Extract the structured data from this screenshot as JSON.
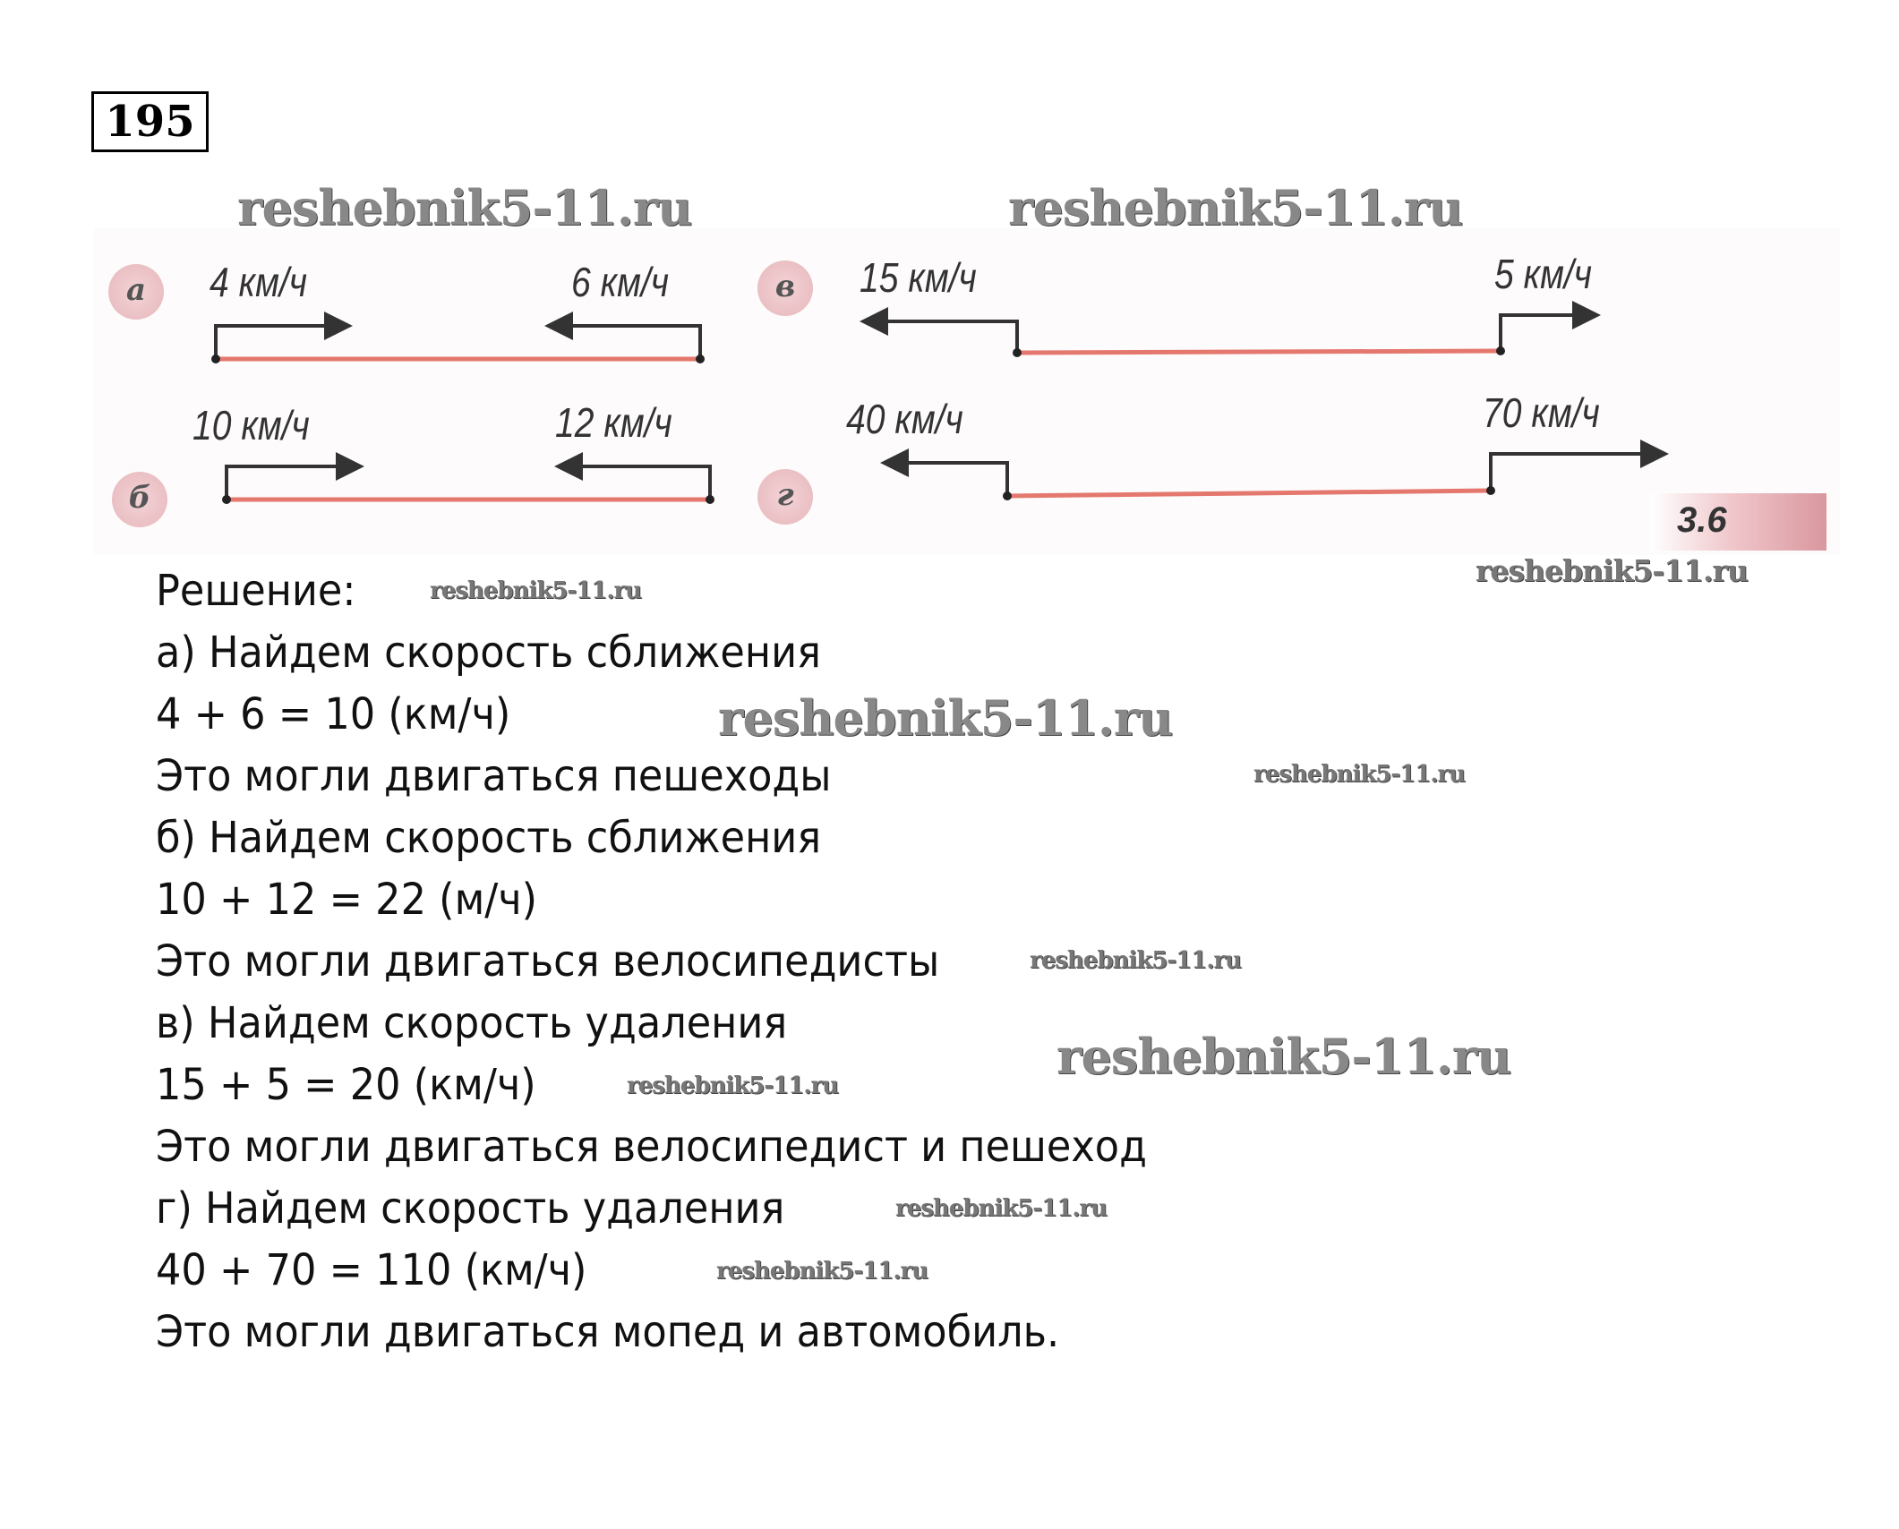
{
  "problem_number": "195",
  "figure": {
    "label": "3.6",
    "panels": [
      {
        "letter": "а",
        "left_speed": "4 км/ч",
        "right_speed": "6 км/ч"
      },
      {
        "letter": "б",
        "left_speed": "10 км/ч",
        "right_speed": "12 км/ч"
      },
      {
        "letter": "в",
        "left_speed": "15 км/ч",
        "right_speed": "5 км/ч"
      },
      {
        "letter": "г",
        "left_speed": "40 км/ч",
        "right_speed": "70 км/ч"
      }
    ]
  },
  "watermark": "reshebnik5-11.ru",
  "solution": {
    "heading": "Решение:",
    "lines": [
      "а) Найдем скорость сближения",
      "4 + 6 = 10 (км/ч)",
      "Это могли двигаться пешеходы",
      "б) Найдем скорость  сближения",
      "10 + 12 = 22 (м/ч)",
      "Это могли двигаться велосипедисты",
      "в) Найдем скорость удаления",
      "15 + 5 = 20 (км/ч)",
      "Это могли двигаться велосипедист и пешеход",
      "г) Найдем скорость удаления",
      "40 + 70 = 110 (км/ч)",
      "Это могли двигаться мопед и автомобиль."
    ]
  }
}
